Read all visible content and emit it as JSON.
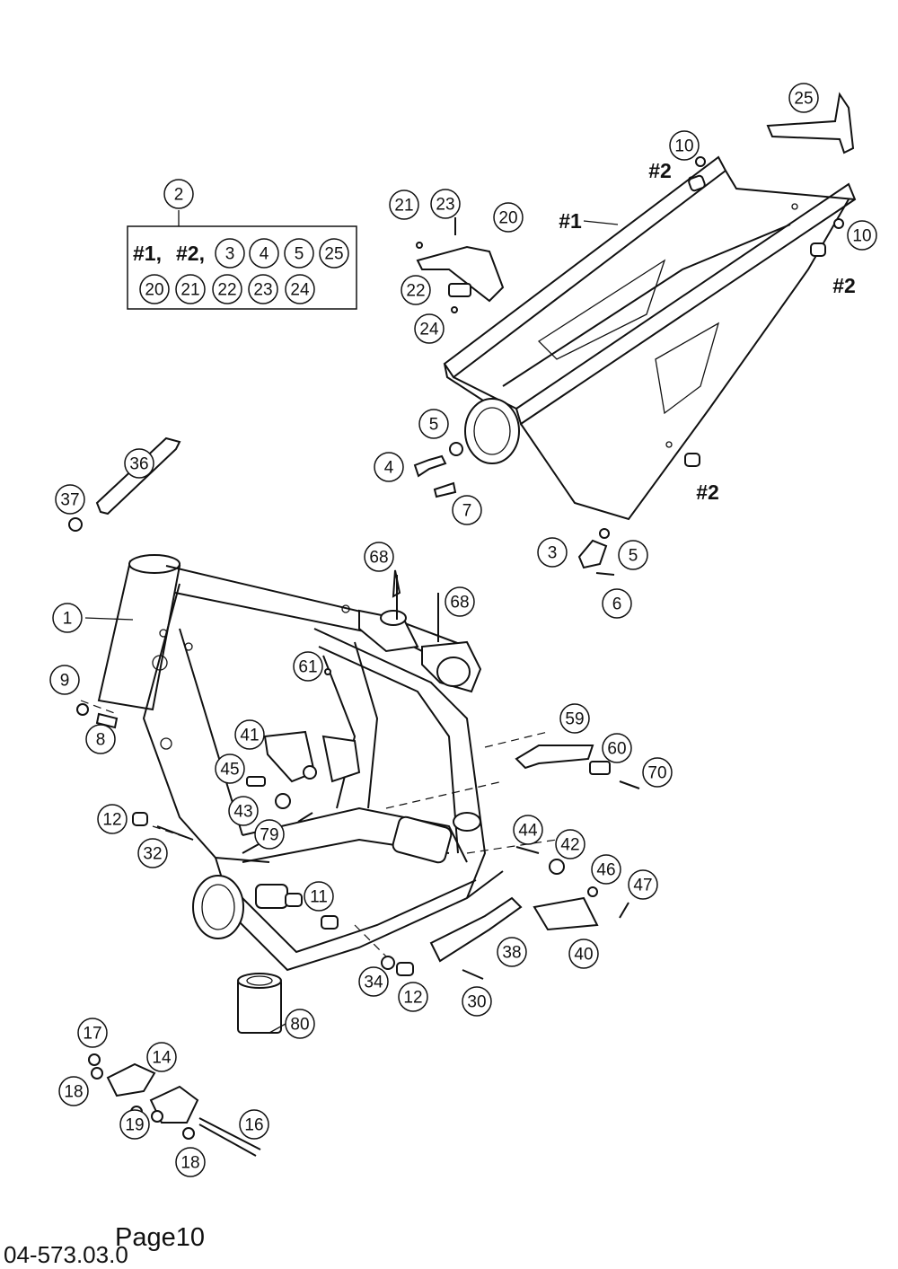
{
  "footer": {
    "page_label": "Page10",
    "doc_number": "04-573.03.0"
  },
  "kit_box": {
    "callout": "2",
    "row1_text": [
      "#1,",
      "#2,"
    ],
    "row1_parts": [
      "3",
      "4",
      "5",
      "25"
    ],
    "row2_parts": [
      "20",
      "21",
      "22",
      "23",
      "24"
    ]
  },
  "sub_labels": [
    "#1",
    "#2",
    "#2",
    "#2",
    "#2"
  ],
  "callouts": [
    "1",
    "3",
    "4",
    "5",
    "5",
    "6",
    "7",
    "8",
    "9",
    "10",
    "10",
    "11",
    "12",
    "12",
    "14",
    "16",
    "17",
    "18",
    "18",
    "19",
    "20",
    "21",
    "22",
    "23",
    "24",
    "25",
    "30",
    "32",
    "34",
    "36",
    "37",
    "38",
    "40",
    "41",
    "42",
    "43",
    "44",
    "45",
    "46",
    "47",
    "59",
    "60",
    "61",
    "68",
    "68",
    "70",
    "79",
    "80"
  ]
}
